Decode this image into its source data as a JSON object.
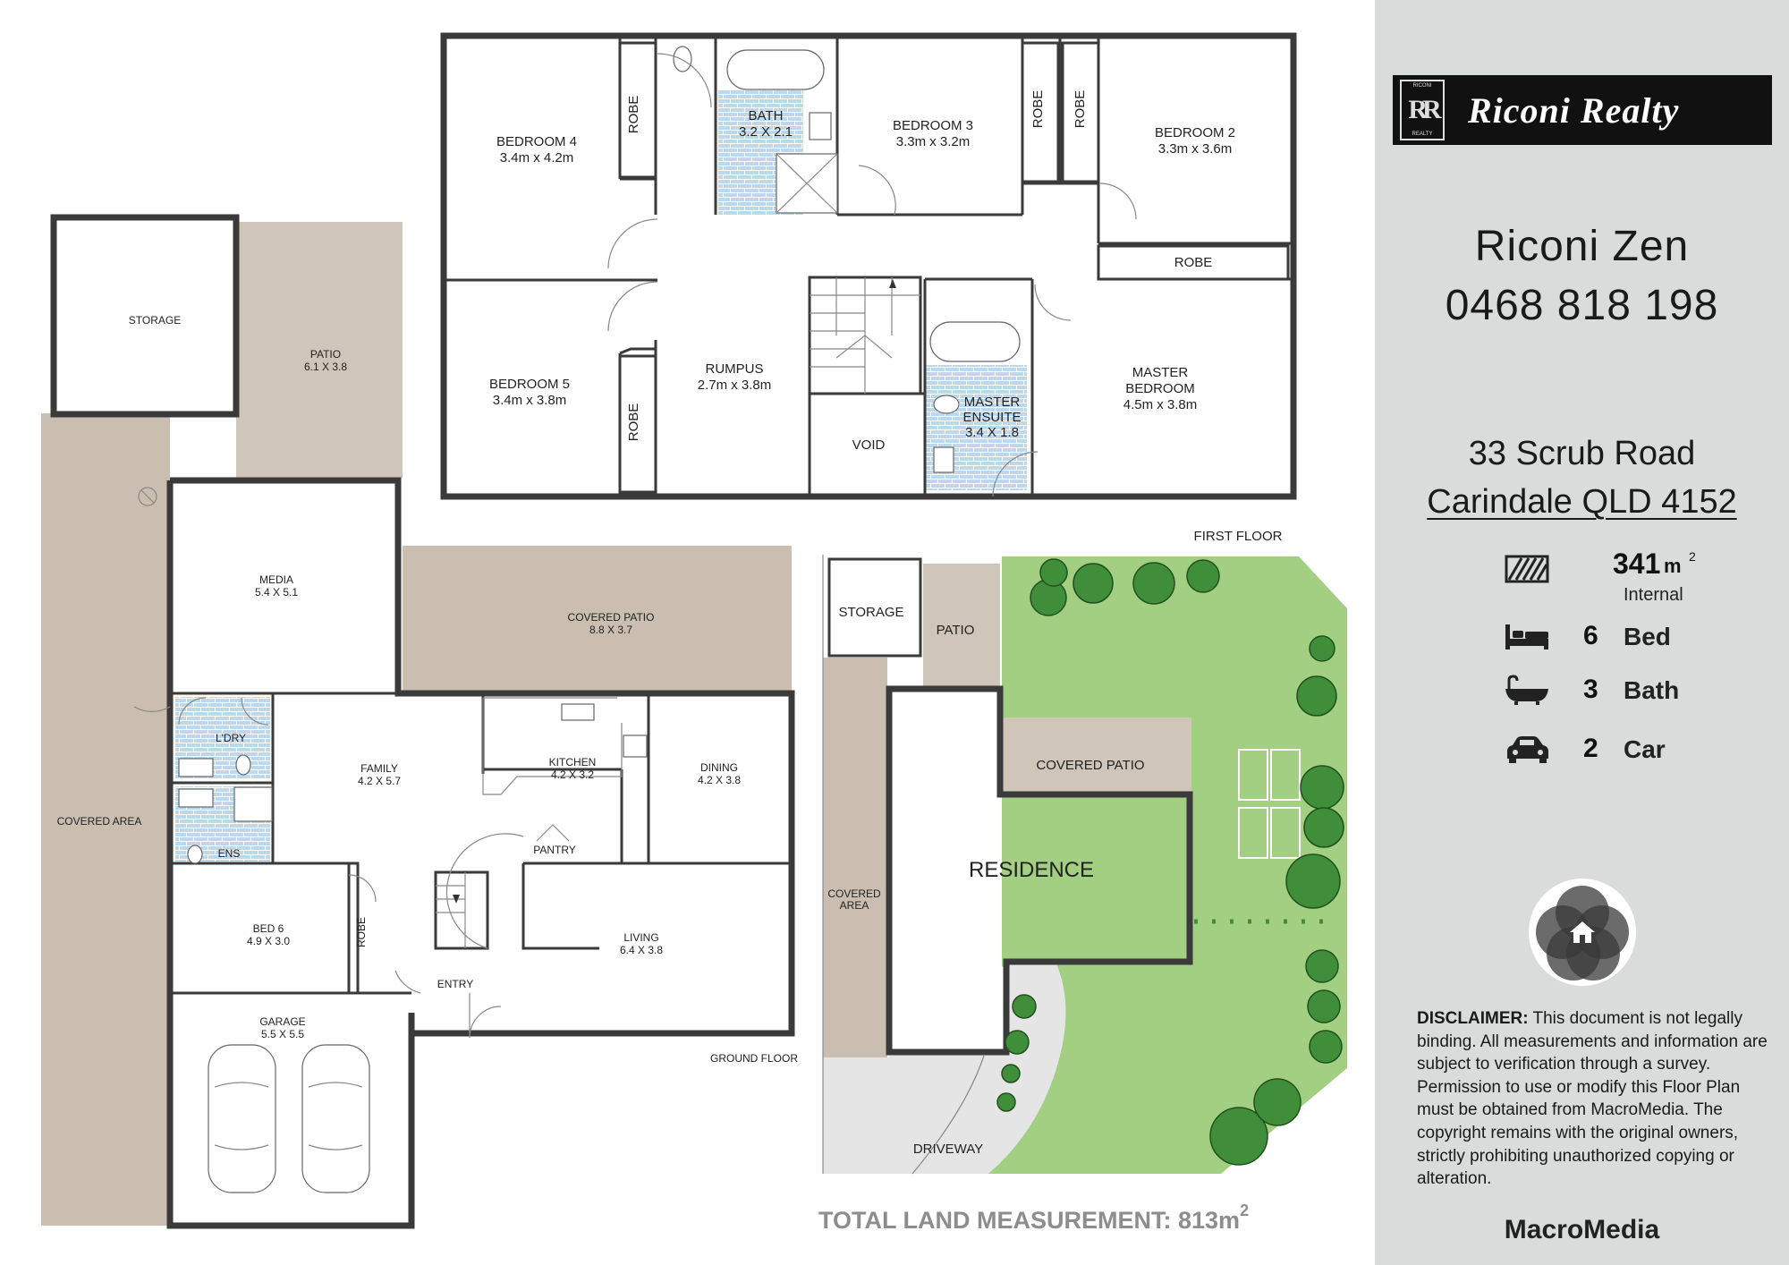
{
  "brand": {
    "name": "Riconi Realty",
    "mark_top": "RICONI",
    "mark_bottom": "REALTY",
    "mark_letters": "RR"
  },
  "agent": {
    "name": "Riconi Zen",
    "phone": "0468 818 198"
  },
  "address": {
    "line1": "33 Scrub Road",
    "line2": "Carindale QLD 4152"
  },
  "stats": {
    "area": {
      "value": "341",
      "unit": "m",
      "sup": "2",
      "label": "Internal",
      "icon": "floor-area-icon"
    },
    "bed": {
      "value": "6",
      "label": "Bed",
      "icon": "bed-icon"
    },
    "bath": {
      "value": "3",
      "label": "Bath",
      "icon": "bathtub-icon"
    },
    "car": {
      "value": "2",
      "label": "Car",
      "icon": "car-icon"
    }
  },
  "disclaimer": {
    "heading": "DISCLAIMER:",
    "body": "This document is not legally binding. All measurements and information are subject to verification through a survey. Permission to use or modify this Floor Plan must be obtained from MacroMedia. The copyright remains with the original owners, strictly prohibiting unauthorized copying or alteration."
  },
  "credit": "MacroMedia",
  "first_floor": {
    "title": "FIRST FLOOR",
    "rooms": {
      "bed4": {
        "name": "BEDROOM 4",
        "size": "3.4m x 4.2m"
      },
      "bath": {
        "name": "BATH",
        "size": "3.2 X 2.1"
      },
      "bed3": {
        "name": "BEDROOM 3",
        "size": "3.3m x 3.2m"
      },
      "bed2": {
        "name": "BEDROOM 2",
        "size": "3.3m x 3.6m"
      },
      "bed5": {
        "name": "BEDROOM 5",
        "size": "3.4m x 3.8m"
      },
      "rumpus": {
        "name": "RUMPUS",
        "size": "2.7m x 3.8m"
      },
      "void": {
        "name": "VOID"
      },
      "ensuite_a": {
        "name": "MASTER"
      },
      "ensuite_b": {
        "name": "ENSUITE"
      },
      "ensuite_size": "3.4 X 1.8",
      "master_a": {
        "name": "MASTER"
      },
      "master_b": {
        "name": "BEDROOM"
      },
      "master_size": "4.5m x 3.8m",
      "robe": "ROBE"
    }
  },
  "ground_floor": {
    "title": "GROUND FLOOR",
    "rooms": {
      "storage": {
        "name": "STORAGE"
      },
      "patio": {
        "name": "PATIO",
        "size": "6.1 X 3.8"
      },
      "covered_area": {
        "name": "COVERED AREA"
      },
      "media": {
        "name": "MEDIA",
        "size": "5.4 X 5.1"
      },
      "covered_patio": {
        "name": "COVERED PATIO",
        "size": "8.8 X 3.7"
      },
      "ldry": {
        "name": "L'DRY"
      },
      "ens": {
        "name": "ENS"
      },
      "family": {
        "name": "FAMILY",
        "size": "4.2 X 5.7"
      },
      "kitchen": {
        "name": "KITCHEN",
        "size": "4.2 X 3.2"
      },
      "dining": {
        "name": "DINING",
        "size": "4.2 X 3.8"
      },
      "pantry": {
        "name": "PANTRY"
      },
      "bed6": {
        "name": "BED 6",
        "size": "4.9 X 3.0"
      },
      "robe": {
        "name": "ROBE"
      },
      "living": {
        "name": "LIVING",
        "size": "6.4 X 3.8"
      },
      "entry": {
        "name": "ENTRY"
      },
      "garage": {
        "name": "GARAGE",
        "size": "5.5 X 5.5"
      }
    }
  },
  "site_plan": {
    "storage": "STORAGE",
    "patio": "PATIO",
    "covered_patio": "COVERED PATIO",
    "residence": "RESIDENCE",
    "covered_area_a": "COVERED",
    "covered_area_b": "AREA",
    "driveway": "DRIVEWAY"
  },
  "land": {
    "label": "TOTAL LAND MEASUREMENT: 813m",
    "sup": "2"
  },
  "colors": {
    "tile": "#bcd8ec",
    "patio": "#cfc5b8",
    "covered": "#c9beb0",
    "lawn": "#a3cf83",
    "tree": "#3f8f3a",
    "sidebar": "#d9dcdb"
  }
}
